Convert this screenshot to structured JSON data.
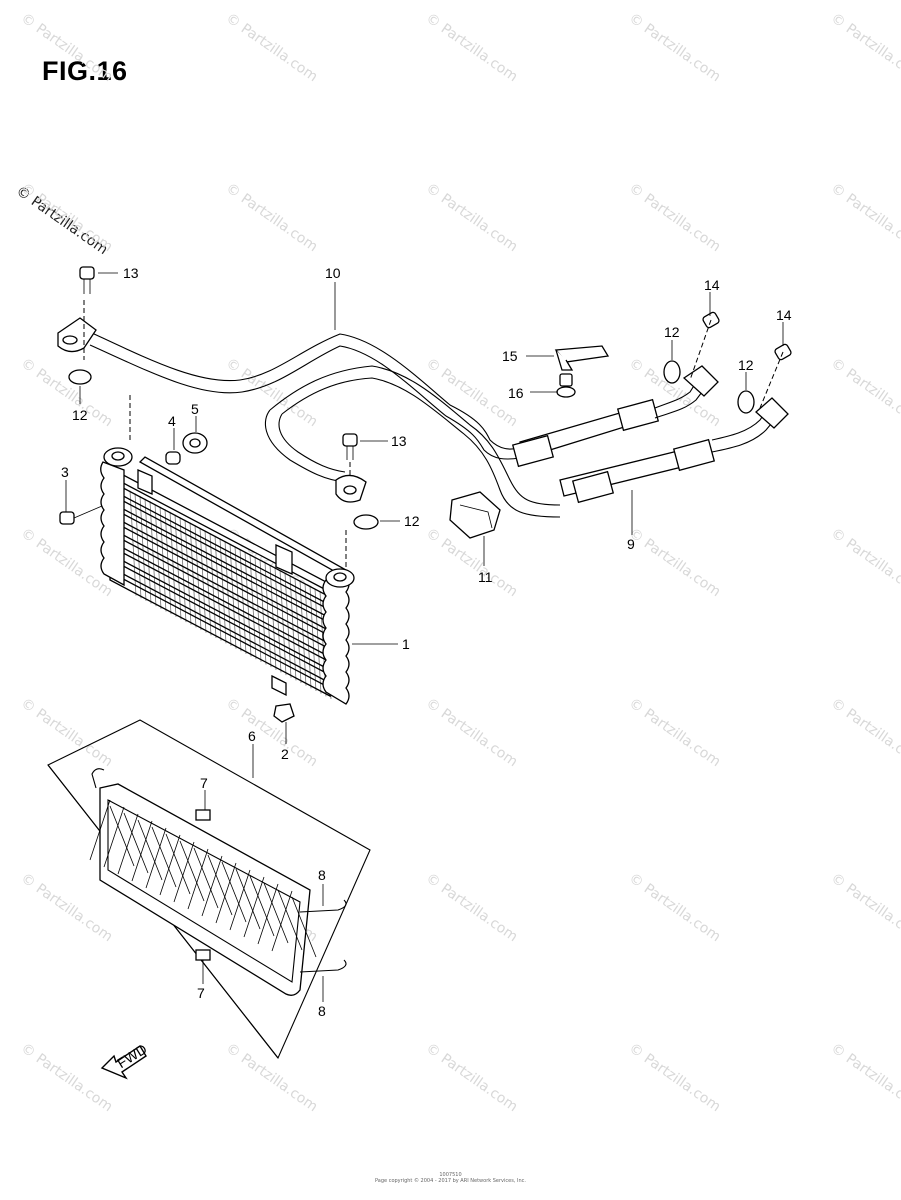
{
  "figure": {
    "title": "FIG.16",
    "copyright_tag": "© Partzilla.com"
  },
  "watermark": {
    "text": "© Partzilla.com"
  },
  "callouts": {
    "c1": "1",
    "c2": "2",
    "c3": "3",
    "c4": "4",
    "c5": "5",
    "c6": "6",
    "c7a": "7",
    "c7b": "7",
    "c8a": "8",
    "c8b": "8",
    "c9": "9",
    "c10": "10",
    "c11": "11",
    "c12a": "12",
    "c12b": "12",
    "c12c": "12",
    "c12d": "12",
    "c13a": "13",
    "c13b": "13",
    "c14a": "14",
    "c14b": "14",
    "c15": "15",
    "c16": "16"
  },
  "fwd_label": "FWD",
  "footer": {
    "code": "1007510",
    "copyright": "Page copyright © 2004 - 2017 by ARI Network Services, Inc."
  }
}
